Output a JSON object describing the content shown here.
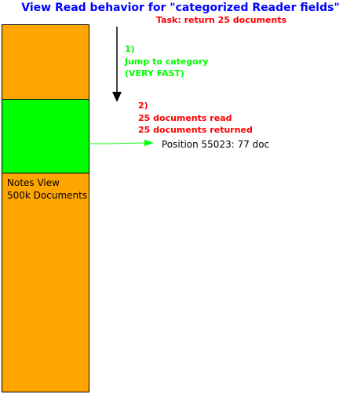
{
  "title": "View Read behavior for \"categorized Reader fields\"",
  "subtitle": "Task: return 25 documents",
  "view": {
    "label_line1": "Notes View",
    "label_line2": "500k Documents"
  },
  "step1": {
    "number": "1)",
    "line1": "Jump to category",
    "line2": "(VERY FAST)"
  },
  "step2": {
    "number": "2)",
    "line1": "25 documents read",
    "line2": "25 documents returned"
  },
  "position_label": "Position 55023: 77 doc",
  "colors": {
    "title": "#0000ff",
    "subtitle": "#ff0000",
    "view_fill": "#ffa500",
    "read_segment_fill": "#00ff00",
    "step1_text": "#00ff00",
    "step2_text": "#ff0000",
    "pointer_arrow": "#00ff00",
    "jump_arrow": "#000000"
  }
}
